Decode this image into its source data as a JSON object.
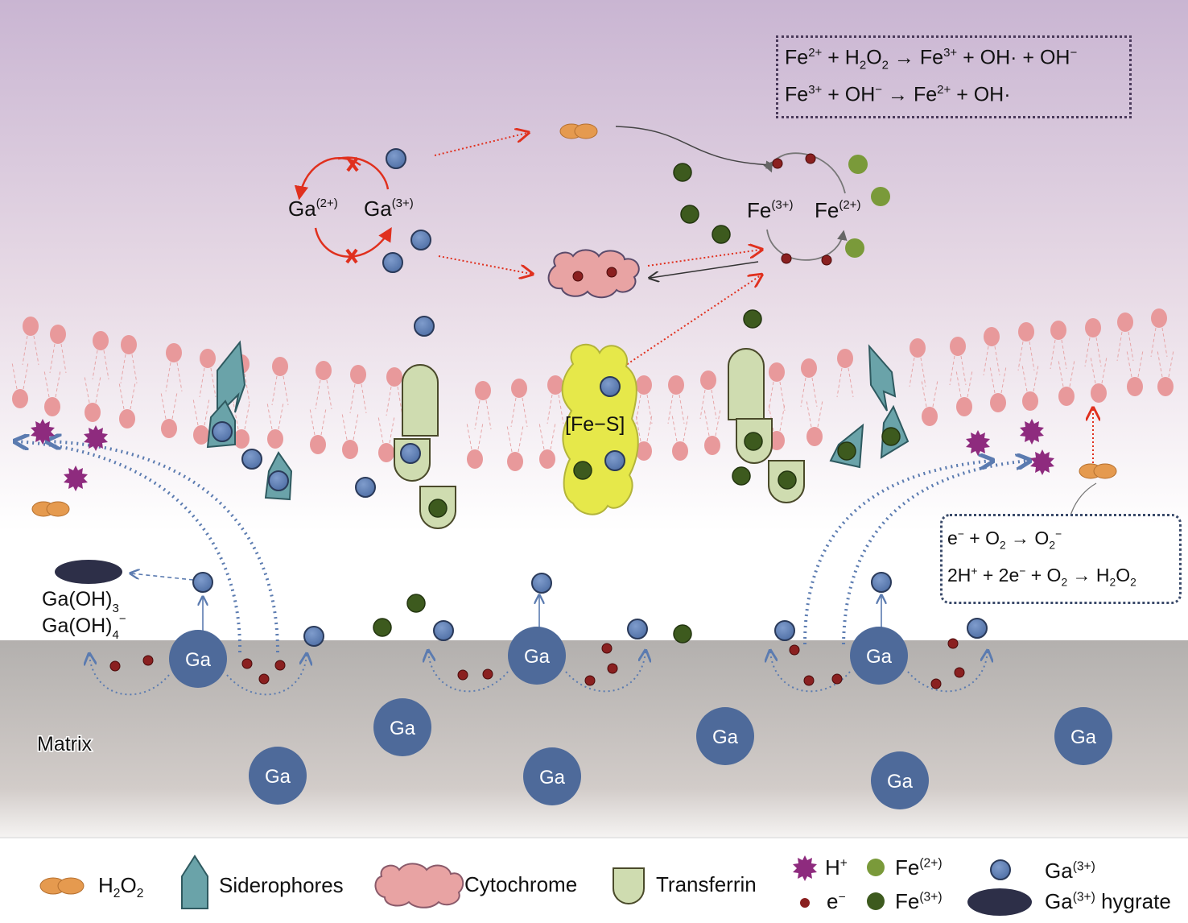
{
  "equations_top": {
    "line1": {
      "a": "Fe",
      "a_sup": "2+",
      "b": " + H",
      "b_sub1": "2",
      "c": "O",
      "c_sub": "2",
      "d": " → Fe",
      "d_sup": "3+",
      "e": " + OH· + OH",
      "e_sup": "−"
    },
    "line2": {
      "a": "Fe",
      "a_sup": "3+",
      "b": " + OH",
      "b_sup": "−",
      "c": " → Fe",
      "c_sup": "2+",
      "d": " + OH·"
    }
  },
  "equations_right": {
    "line1": {
      "a": "e",
      "a_sup": "−",
      "b": " + O",
      "b_sub": "2",
      "c": " → O",
      "c_sub": "2",
      "c_sup": "−"
    },
    "line2": {
      "a": "2H",
      "a_sup": "+",
      "b": " + 2e",
      "b_sup": "−",
      "c": " + O",
      "c_sub": "2",
      "d": " → H",
      "d_sub": "2",
      "e": "O",
      "e_sub": "2"
    }
  },
  "ga_cycle": {
    "left": "Ga",
    "left_sup": "(2+)",
    "right": "Ga",
    "right_sup": "(3+)"
  },
  "fe_cycle": {
    "left": "Fe",
    "left_sup": "(3+)",
    "right": "Fe",
    "right_sup": "(2+)"
  },
  "fes_label": "[Fe−S]",
  "hydrate_labels": {
    "l1": "Ga(OH)",
    "l1_sub": "3",
    "l2": "Ga(OH)",
    "l2_sub": "4",
    "l2_sup": "−"
  },
  "matrix_label": "Matrix",
  "ga_atom_label": "Ga",
  "legend": {
    "h2o2": {
      "a": "H",
      "s1": "2",
      "b": "O",
      "s2": "2"
    },
    "siderophores": "Siderophores",
    "cytochrome": "Cytochrome",
    "transferrin": "Transferrin",
    "hplus": {
      "a": "H",
      "sup": "+"
    },
    "eminus": {
      "a": "e",
      "sup": "−"
    },
    "fe2": {
      "a": "Fe",
      "sup": "(2+)"
    },
    "fe3": {
      "a": "Fe",
      "sup": "(3+)"
    },
    "ga3": {
      "a": "Ga",
      "sup": "(3+)"
    },
    "ga3_hygrate": {
      "a": "Ga",
      "sup": "(3+)",
      "b": " hygrate"
    }
  },
  "colors": {
    "ga_ion": "#5b7bb0",
    "ga_atom": "#4e6a9a",
    "fe2": "#7a9a3a",
    "fe3": "#3d5a1e",
    "electron": "#8a2020",
    "proton": "#8e2b7e",
    "h2o2": "#e59a4f",
    "siderophore": "#6aa3a9",
    "cytochrome": "#e8a3a3",
    "transferrin": "#cfdcb0",
    "lipid": "#e8999b",
    "fes_cluster": "#e6e84a",
    "hydrate": "#2d2f48",
    "arrow_red": "#e0301e",
    "arrow_blue": "#5b7bb0"
  }
}
